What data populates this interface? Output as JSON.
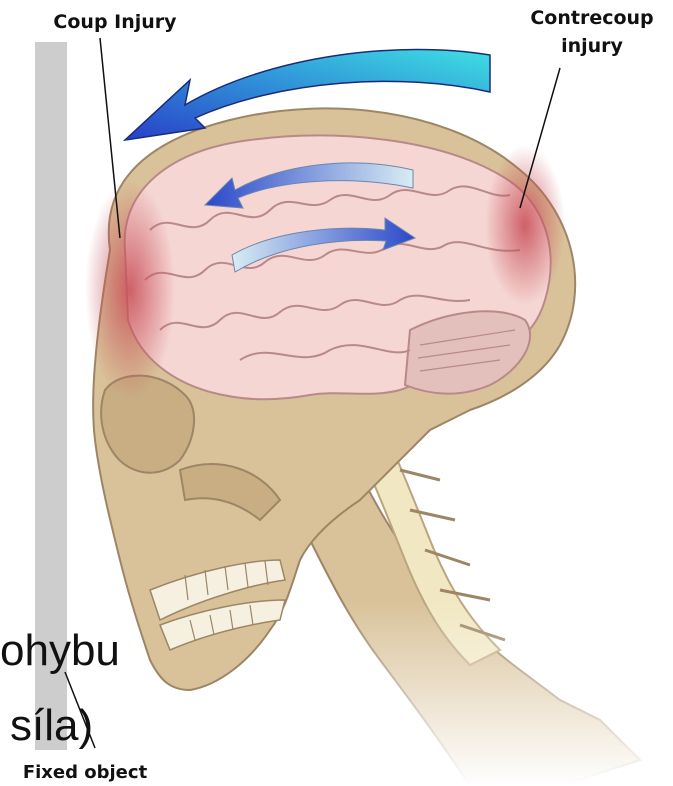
{
  "labels": {
    "coup": "Coup Injury",
    "contrecoup_line1": "Contrecoup",
    "contrecoup_line2": "injury",
    "fixed_object": "Fixed object",
    "overlay_line1": "ohybu",
    "overlay_line2": "síla)"
  },
  "colors": {
    "bone": "#d9c29a",
    "bone_outline": "#9c8666",
    "brain": "#f5d6d3",
    "brain_outline": "#b9898a",
    "injury": "#cc5a5f",
    "arrow_blue": "#2b48c9",
    "arrow_cyan": "#3ed6df",
    "pole": "#cfcfcf",
    "spine": "#f1e7c2"
  }
}
